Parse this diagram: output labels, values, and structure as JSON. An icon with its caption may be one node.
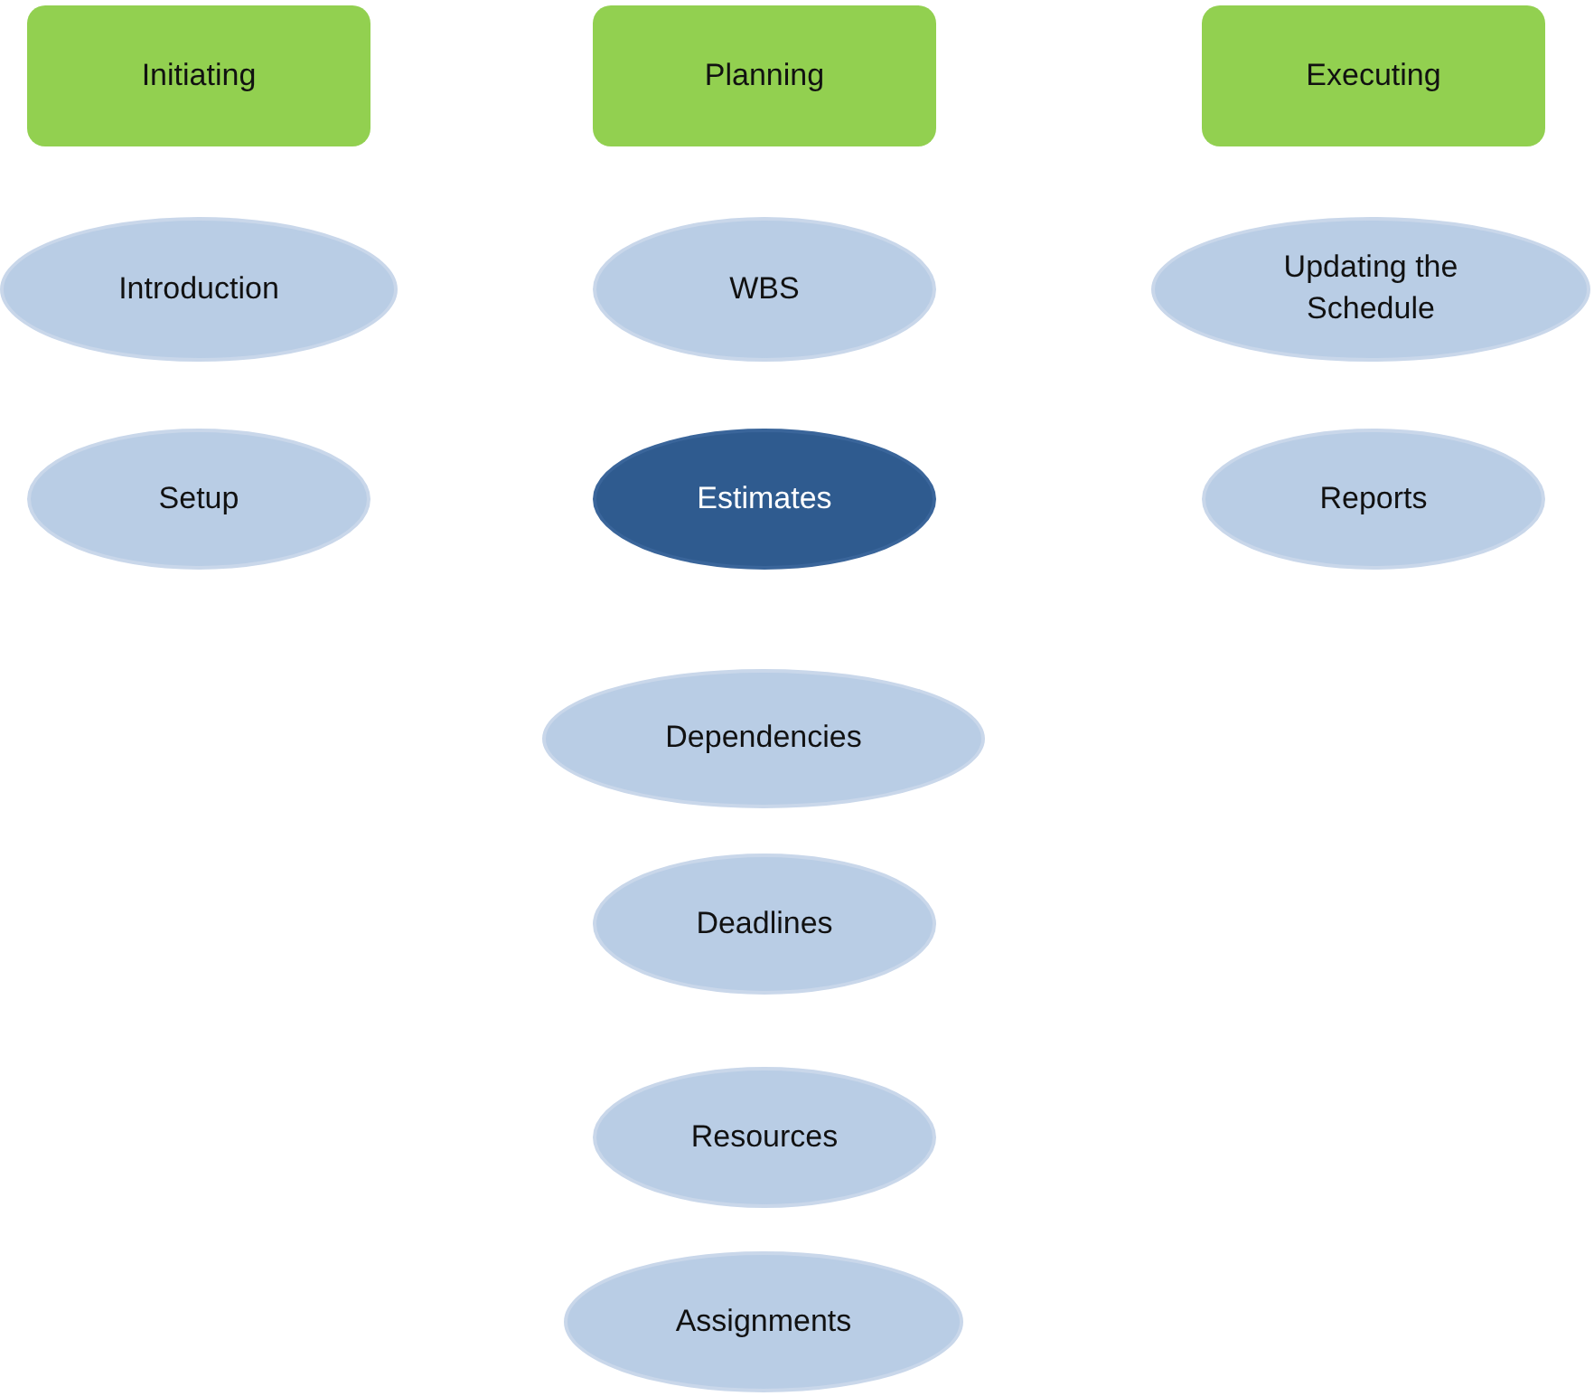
{
  "diagram": {
    "nodes": [
      {
        "text": [
          "Initiating"
        ]
      },
      {
        "text": [
          "Planning"
        ]
      },
      {
        "text": [
          "Executing"
        ]
      },
      {
        "text": [
          "Introduction"
        ]
      },
      {
        "text": [
          "WBS"
        ]
      },
      {
        "text": [
          "Updating the Schedule"
        ]
      },
      {
        "text": [
          "Setup"
        ]
      },
      {
        "text": [
          "Estimates"
        ]
      },
      {
        "text": [
          "Reports"
        ]
      },
      {
        "text": [
          "Dependencies"
        ]
      },
      {
        "text": [
          "Deadlines"
        ]
      },
      {
        "text": [
          "Resources"
        ]
      },
      {
        "text": [
          "Assignments"
        ]
      }
    ]
  }
}
